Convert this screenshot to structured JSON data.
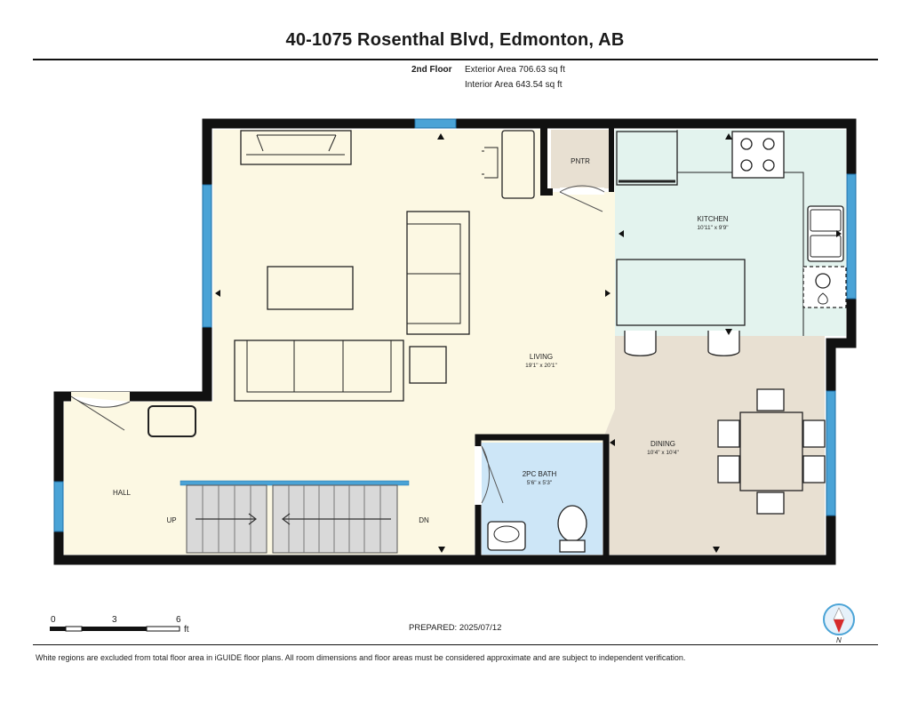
{
  "title": "40-1075 Rosenthal Blvd, Edmonton, AB",
  "floor_label": "2nd Floor",
  "exterior_area": "Exterior Area 706.63 sq ft",
  "interior_area": "Interior Area 643.54 sq ft",
  "rooms": {
    "pantry": {
      "name": "PNTR"
    },
    "kitchen": {
      "name": "KITCHEN",
      "dims": "10'11\" x 9'9\""
    },
    "living": {
      "name": "LIVING",
      "dims": "19'1\" x 20'1\""
    },
    "bath": {
      "name": "2PC BATH",
      "dims": "5'6\" x 5'3\""
    },
    "dining": {
      "name": "DINING",
      "dims": "10'4\" x 10'4\""
    },
    "hall": {
      "name": "HALL"
    }
  },
  "stairs": {
    "up": "UP",
    "down": "DN"
  },
  "scale": {
    "ticks": [
      "0",
      "3",
      "6"
    ],
    "unit": "ft"
  },
  "prepared": "PREPARED: 2025/07/12",
  "compass": {
    "label": "N"
  },
  "footnote": "White regions are excluded from total floor area in iGUIDE floor plans. All room dimensions and floor areas must be considered approximate and are subject to independent verification.",
  "colors": {
    "living": "#fcf8e3",
    "kitchen": "#e3f3ee",
    "dining": "#e8e0d2",
    "bath": "#cde6f7",
    "wall": "#111111",
    "window": "#4aa3d6"
  }
}
